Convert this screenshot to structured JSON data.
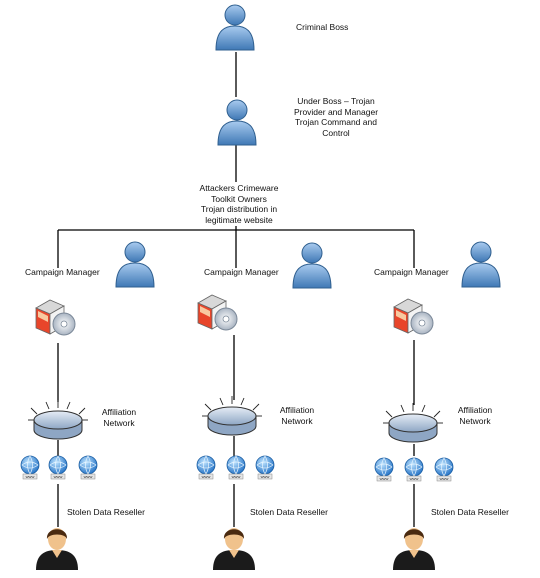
{
  "labels": {
    "boss": "Criminal Boss",
    "underboss": [
      "Under Boss – Trojan",
      "Provider and Manager",
      "Trojan Command and",
      "Control"
    ],
    "attackers": [
      "Attackers  Crimeware",
      "Toolkit Owners",
      "Trojan distribution in",
      "legitimate website"
    ]
  },
  "branches": [
    {
      "manager_label": "Campaign Manager",
      "network_label": [
        "Affiliation",
        "Network"
      ],
      "reseller_label": "Stolen Data Reseller"
    },
    {
      "manager_label": "Campaign Manager",
      "network_label": [
        "Affiliation",
        "Network"
      ],
      "reseller_label": "Stolen Data Reseller"
    },
    {
      "manager_label": "Campaign Manager",
      "network_label": [
        "Affiliation",
        "Network"
      ],
      "reseller_label": "Stolen Data Reseller"
    }
  ],
  "icons": [
    "person-icon",
    "software-box-icon",
    "network-hub-icon",
    "globe-icon",
    "reseller-person-icon"
  ],
  "colors": {
    "person_blue": "#6fa3d6",
    "person_outline": "#2f5f8f",
    "hub_fill": "#c9d6e6",
    "line": "#000000",
    "globe_blue": "#2e86d8",
    "skin": "#f0c28c",
    "hair": "#4a2a10"
  }
}
